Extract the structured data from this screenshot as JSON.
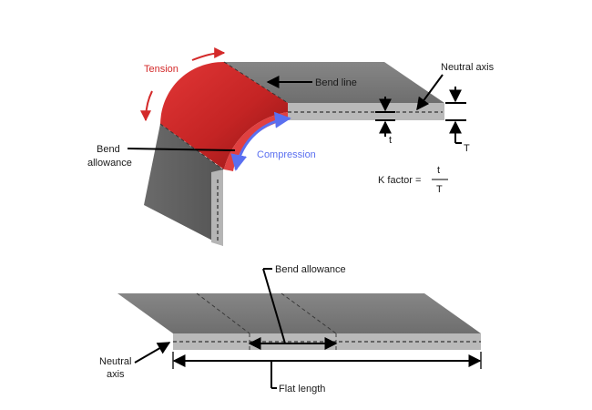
{
  "labels": {
    "tension": "Tension",
    "bend_line": "Bend line",
    "neutral_axis_top": "Neutral axis",
    "bend_allowance_top_1": "Bend",
    "bend_allowance_top_2": "allowance",
    "compression": "Compression",
    "t_small": "t",
    "t_big": "T",
    "k_factor": "K factor =",
    "k_numerator": "t",
    "k_denominator": "T",
    "bend_allowance_bottom": "Bend allowance",
    "neutral_axis_bottom_1": "Neutral",
    "neutral_axis_bottom_2": "axis",
    "flat_length": "Flat length"
  },
  "colors": {
    "sheet_top": "#7a7a7a",
    "sheet_side": "#5e5e5e",
    "sheet_edge": "#b9b9b9",
    "tension_red": "#d42a2a",
    "compression_blue": "#5a6ff0"
  }
}
